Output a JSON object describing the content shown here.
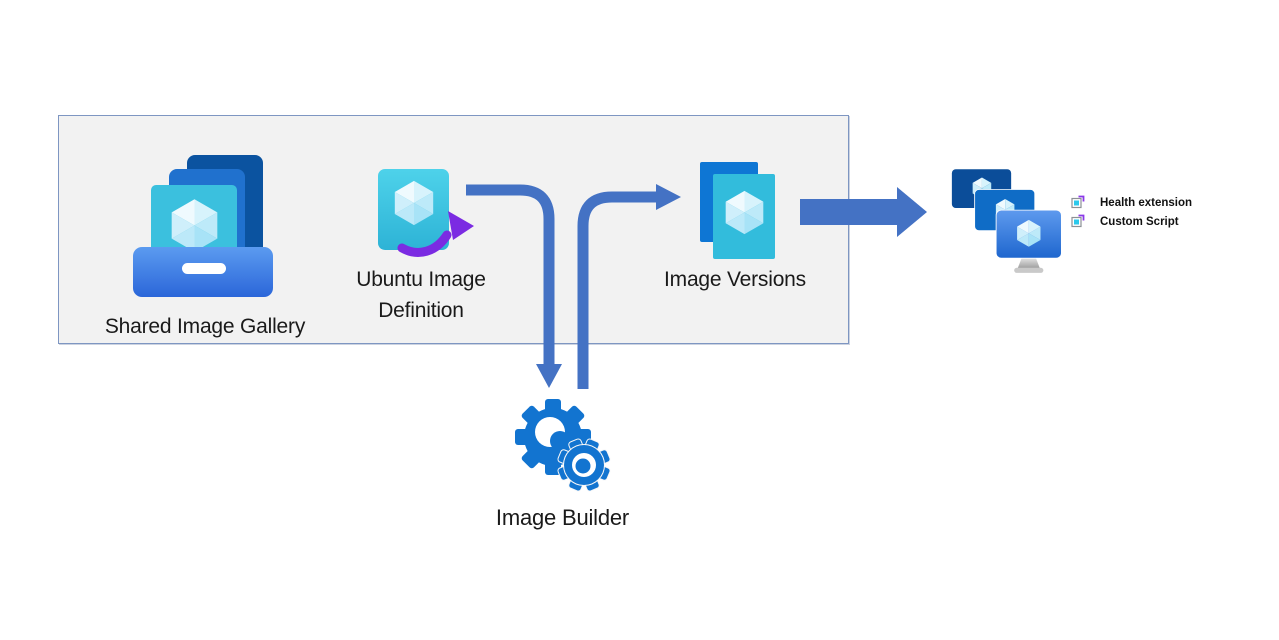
{
  "diagram": {
    "boundary": {
      "name": "shared-image-gallery-boundary",
      "fill": "#F2F2F2",
      "border": "#7E96C2"
    },
    "nodes": {
      "shared_image_gallery": {
        "label": "Shared Image Gallery",
        "icon": "shared-image-gallery-icon"
      },
      "ubuntu_image_definition": {
        "label_line1": "Ubuntu Image",
        "label_line2": "Definition",
        "icon": "image-definition-icon"
      },
      "image_versions": {
        "label": "Image Versions",
        "icon": "image-versions-icon"
      },
      "image_builder": {
        "label": "Image Builder",
        "icon": "image-builder-gears-icon"
      },
      "vm_scale_set": {
        "icon": "vm-stack-icon"
      }
    },
    "vm_annotations": {
      "items": [
        {
          "label": "Health extension",
          "icon": "extension-icon"
        },
        {
          "label": "Custom Script",
          "icon": "extension-icon"
        }
      ]
    },
    "arrows": [
      {
        "name": "definition-to-builder-arrow",
        "from": "ubuntu_image_definition",
        "to": "image_builder",
        "style": "curved-down"
      },
      {
        "name": "builder-to-versions-arrow",
        "from": "image_builder",
        "to": "image_versions",
        "style": "curved-up"
      },
      {
        "name": "versions-to-vms-arrow",
        "from": "image_versions",
        "to": "vm_scale_set",
        "style": "block-right"
      }
    ],
    "colors": {
      "arrow_blue": "#4472C4",
      "box_fill": "#F2F2F2",
      "box_border": "#7E96C2",
      "cyan_icon": "#3BC0DE",
      "dark_blue": "#0B53A0",
      "mid_blue": "#2071CE",
      "gear_blue": "#1274D0",
      "purple_accent": "#7B2BE2",
      "extension_cyan": "#2BC9EC",
      "text": "#1A1A1A"
    }
  }
}
